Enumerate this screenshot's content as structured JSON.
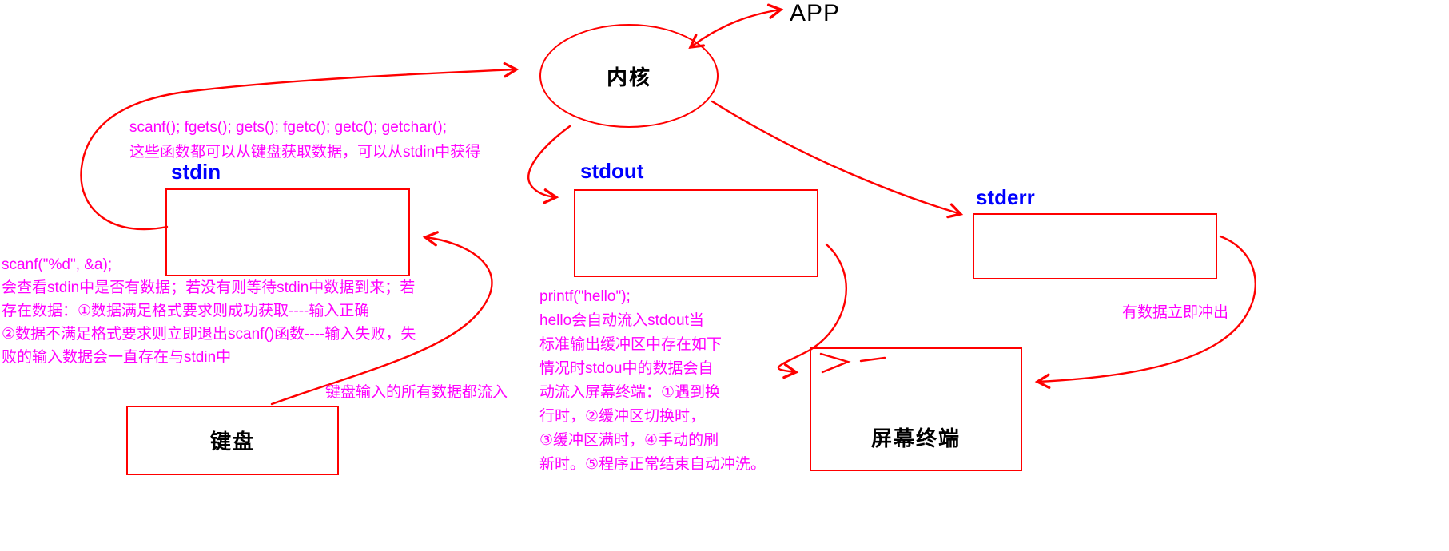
{
  "labels": {
    "app": "APP",
    "kernel": "内核",
    "stdin": "stdin",
    "stdout": "stdout",
    "stderr": "stderr",
    "keyboard": "键盘",
    "terminal": "屏幕终端"
  },
  "annotations": {
    "stdin_funcs": {
      "lines": [
        "scanf(); fgets(); gets(); fgetc(); getc(); getchar();",
        "这些函数都可以从键盘获取数据，可以从stdin中获得"
      ]
    },
    "scanf_note": {
      "lines": [
        "scanf(\"%d\", &a);",
        "会查看stdin中是否有数据；若没有则等待stdin中数据到来；若",
        "存在数据：①数据满足格式要求则成功获取----输入正确",
        "②数据不满足格式要求则立即退出scanf()函数----输入失败，失",
        "败的输入数据会一直存在与stdin中"
      ]
    },
    "keyboard_flow": "键盘输入的所有数据都流入",
    "printf_note": {
      "lines": [
        "printf(\"hello\");",
        "hello会自动流入stdout当",
        "标准输出缓冲区中存在如下",
        "情况时stdou中的数据会自",
        "动流入屏幕终端：①遇到换",
        "行时，②缓冲区切换时，",
        "③缓冲区满时，④手动的刷",
        "新时。⑤程序正常结束自动冲洗。"
      ]
    },
    "stderr_flush": "有数据立即冲出"
  },
  "icons": {
    "terminal_prompt": "> -"
  },
  "colors": {
    "stroke": "#ff0000",
    "annotation": "#ff00ff",
    "stream_label": "#0000ff",
    "text": "#000000",
    "background": "#ffffff"
  }
}
